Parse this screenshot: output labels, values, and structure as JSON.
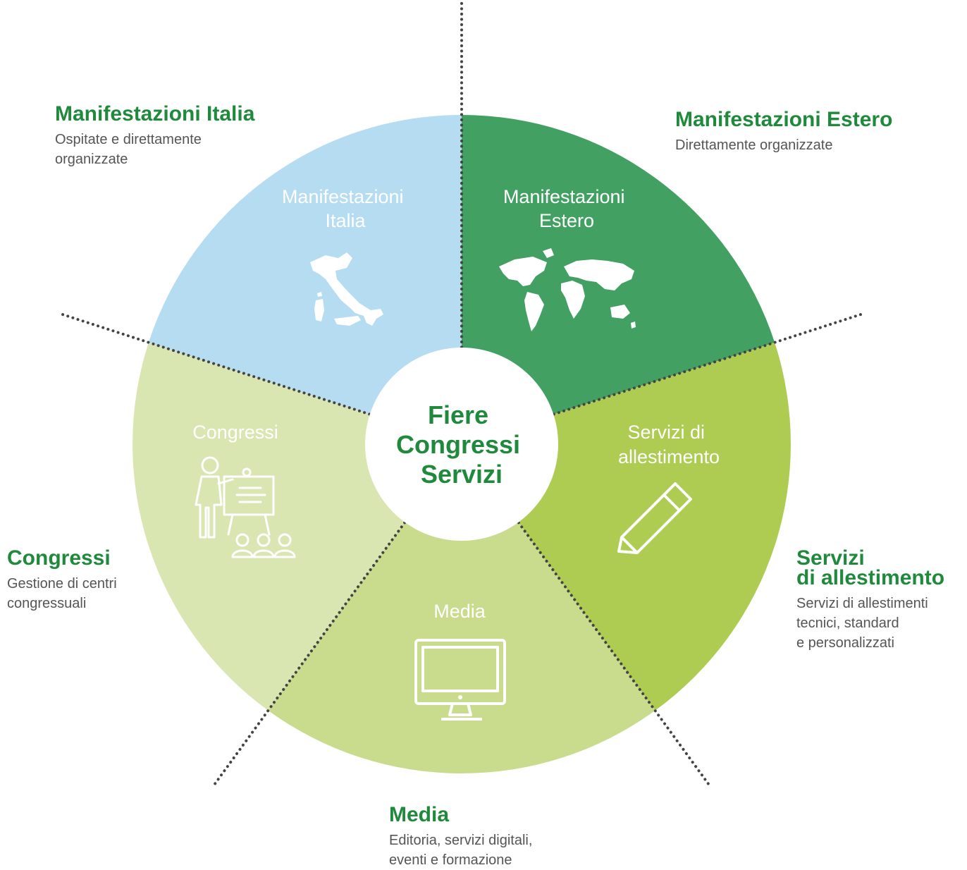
{
  "center": {
    "lines": [
      "Fiere",
      "Congressi",
      "Servizi"
    ],
    "color": "#1f8a3c"
  },
  "segments": [
    {
      "id": "manifestazioni-italia",
      "inner_label": [
        "Manifestazioni",
        "Italia"
      ],
      "color": "#43a063",
      "label_color": "#ffffff",
      "icon": "italy-map-icon"
    },
    {
      "id": "manifestazioni-estero",
      "inner_label": [
        "Manifestazioni",
        "Estero"
      ],
      "color": "#aecb52",
      "label_color": "#ffffff",
      "icon": "world-map-icon"
    },
    {
      "id": "servizi-di-allestimento",
      "inner_label": [
        "Servizi di",
        "allestimento"
      ],
      "color": "#c9dc8e",
      "label_color": "#ffffff",
      "icon": "pencil-icon"
    },
    {
      "id": "media",
      "inner_label": [
        "Media"
      ],
      "color": "#dae6b2",
      "label_color": "#ffffff",
      "icon": "monitor-icon"
    },
    {
      "id": "congressi",
      "inner_label": [
        "Congressi"
      ],
      "color": "#b5dcf0",
      "label_color": "#ffffff",
      "icon": "presenter-audience-icon"
    }
  ],
  "callouts": {
    "italia": {
      "title": "Manifestazioni Italia",
      "desc": [
        "Ospitate e direttamente",
        "organizzate"
      ]
    },
    "estero": {
      "title": "Manifestazioni Estero",
      "desc": [
        "Direttamente organizzate"
      ]
    },
    "allestimento": {
      "title": [
        "Servizi",
        "di allestimento"
      ],
      "desc": [
        "Servizi di allestimenti",
        "tecnici, standard",
        "e personalizzati"
      ]
    },
    "media": {
      "title": "Media",
      "desc": [
        "Editoria, servizi digitali,",
        "eventi e formazione"
      ]
    },
    "congressi": {
      "title": "Congressi",
      "desc": [
        "Gestione di centri",
        "congressuali"
      ]
    }
  }
}
